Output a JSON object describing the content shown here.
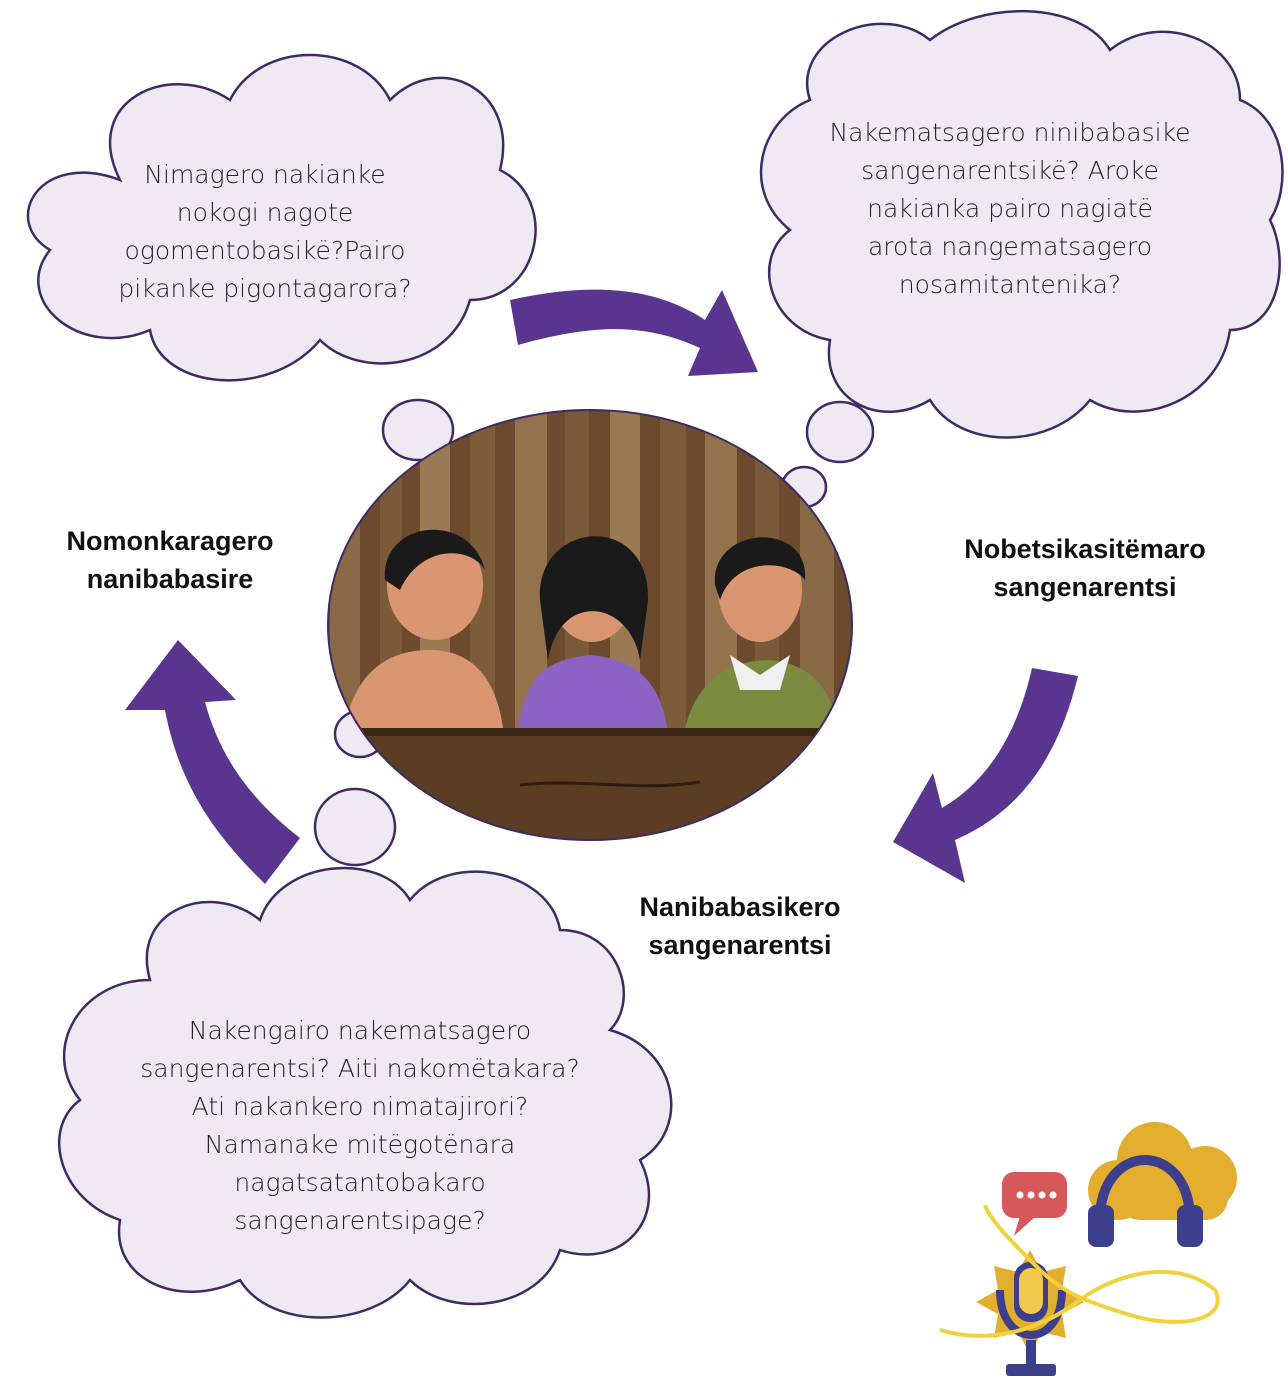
{
  "colors": {
    "cloud_fill": "#efe9f3",
    "cloud_stroke": "#3f2a64",
    "arrow": "#5a3590",
    "text": "#222222"
  },
  "clouds": {
    "top_left": {
      "lines": [
        "Nimagero nakianke",
        "nokogi nagote",
        "ogomentobasikë?Pairo",
        "pikanke pigontagarora?"
      ]
    },
    "top_right": {
      "lines": [
        "Nakematsagero ninibabasike",
        "sangenarentsikë? Aroke",
        "nakianka  pairo nagiatë",
        "arota nangematsagero",
        "nosamitantenika?"
      ]
    },
    "bottom_left": {
      "lines": [
        "Nakengairo nakematsagero",
        "sangenarentsi? Aiti nakomëtakara?",
        "Ati nakankero nimatajirori?",
        "Namanake mitëgotënara",
        "nagatsatantobakaro",
        "sangenarentsipage?"
      ]
    }
  },
  "labels": {
    "left": {
      "lines": [
        "Nomonkaragero",
        "nanibabasire"
      ]
    },
    "right": {
      "lines": [
        "Nobetsikasitëmaro",
        "sangenarentsi"
      ]
    },
    "bottom": {
      "lines": [
        "Nanibabasikero",
        "sangenarentsi"
      ]
    }
  },
  "illustration": {
    "subject": "three-children-at-table"
  },
  "icons": [
    "speech-bubble-icon",
    "headphones-icon",
    "microphone-icon",
    "cloud-icon"
  ]
}
